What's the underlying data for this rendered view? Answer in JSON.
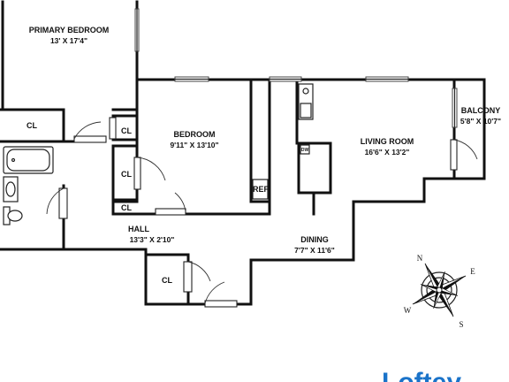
{
  "rooms": {
    "primary_bedroom": {
      "name": "PRIMARY BEDROOM",
      "dims": "13' X 17'4\""
    },
    "bedroom": {
      "name": "BEDROOM",
      "dims": "9'11\" X 13'10\""
    },
    "living_room": {
      "name": "LIVING ROOM",
      "dims": "16'6\" X 13'2\""
    },
    "balcony": {
      "name": "BALCONY",
      "dims": "5'8\" X 10'7\""
    },
    "hall": {
      "name": "HALL",
      "dims": "13'3\" X 2'10\""
    },
    "dining": {
      "name": "DINING",
      "dims": "7'7\" X 11'6\""
    }
  },
  "closets": {
    "cl_bath": "CL",
    "cl_small_top": "CL",
    "cl_mid": "CL",
    "cl_small_bottom": "CL",
    "cl_lower": "CL"
  },
  "appliances": {
    "ref": "REF",
    "dw": "DW"
  },
  "compass": {
    "n": "N",
    "e": "E",
    "s": "S",
    "w": "W"
  },
  "logo": {
    "text": "Loftey"
  }
}
